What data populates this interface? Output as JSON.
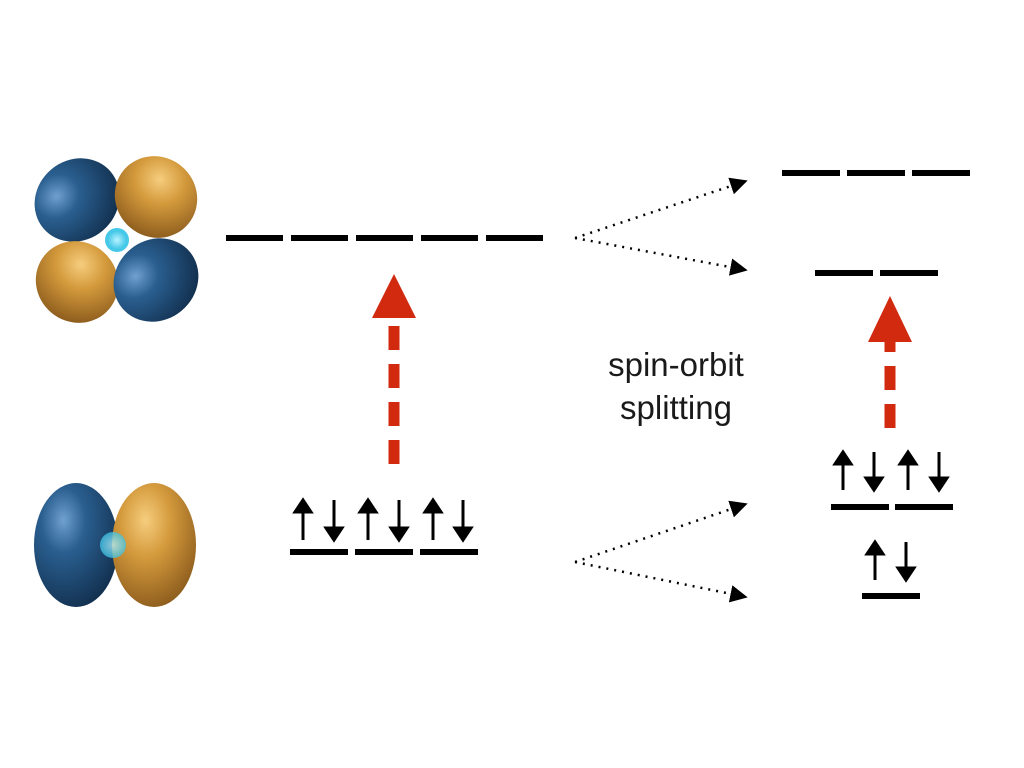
{
  "annotation": {
    "line1": "spin-orbit",
    "line2": "splitting"
  },
  "orbitals": {
    "d_orbital": {
      "icon": "d-orbital-icon",
      "lobe_colors": [
        "#1f4f7a",
        "#c08a2e"
      ]
    },
    "p_orbital": {
      "icon": "p-orbital-icon",
      "lobe_colors": [
        "#1f4f7a",
        "#c08a2e"
      ]
    },
    "nucleus_color": "#5fd6f0"
  },
  "levels": {
    "left_d": {
      "degeneracy": 5,
      "electrons": 0
    },
    "left_p": {
      "degeneracy": 3,
      "electrons": 6
    },
    "right_d_upper": {
      "degeneracy": 3,
      "electrons": 0
    },
    "right_d_lower": {
      "degeneracy": 2,
      "electrons": 0
    },
    "right_p_upper": {
      "degeneracy": 2,
      "electrons": 4
    },
    "right_p_lower": {
      "degeneracy": 1,
      "electrons": 2
    }
  },
  "colors": {
    "level_line": "#000000",
    "excitation_arrow": "#d12a0e",
    "dotted_arrow": "#000000"
  }
}
